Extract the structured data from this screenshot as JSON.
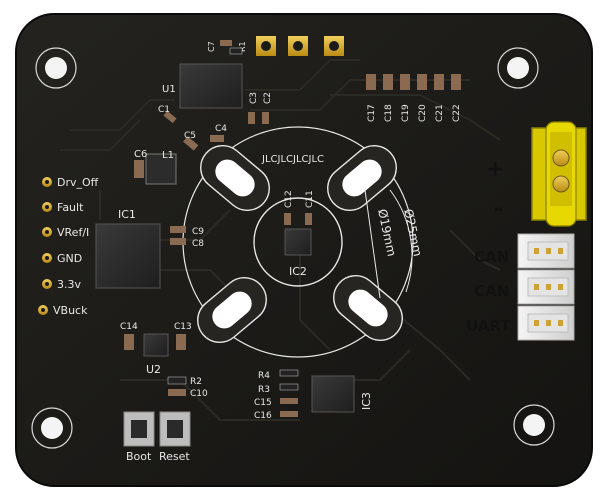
{
  "board": {
    "signature": "JLCJLCJLCJLC",
    "dims": {
      "outer": "Ø25mm",
      "inner": "Ø19mm"
    }
  },
  "testpoints": [
    "Drv_Off",
    "Fault",
    "VRef/I",
    "GND",
    "3.3v",
    "VBuck"
  ],
  "refs": {
    "ic1": "IC1",
    "ic2": "IC2",
    "ic3": "IC3",
    "u1": "U1",
    "u2": "U2",
    "l1": "L1",
    "r1": "R1",
    "r2": "R2",
    "r3": "R3",
    "r4": "R4",
    "c1": "C1",
    "c2": "C2",
    "c3": "C3",
    "c4": "C4",
    "c5": "C5",
    "c6": "C6",
    "c7": "C7",
    "c8": "C8",
    "c9": "C9",
    "c10": "C10",
    "c11": "C11",
    "c12": "C12",
    "c13": "C13",
    "c14": "C14",
    "c15": "C15",
    "c16": "C16",
    "c17": "C17",
    "c18": "C18",
    "c19": "C19",
    "c20": "C20",
    "c21": "C21",
    "c22": "C22"
  },
  "buttons": {
    "boot": "Boot",
    "reset": "Reset"
  },
  "power": {
    "plus": "+",
    "minus": "-"
  },
  "connectors": {
    "can1": "CAN",
    "can2": "CAN",
    "uart": "UART"
  },
  "colors": {
    "pcb": "#1b1a17",
    "silk": "#e8e8e8",
    "gold": "#d8ad2a",
    "xt30": "#e6d800"
  }
}
